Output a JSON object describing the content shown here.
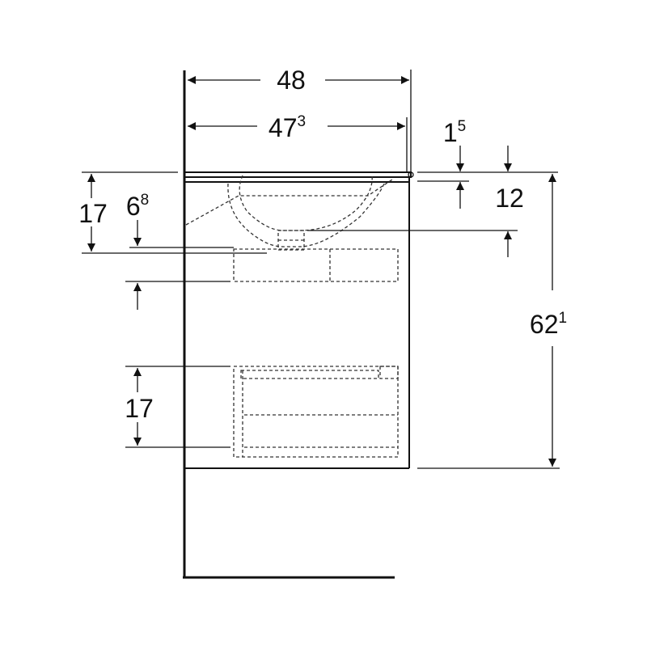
{
  "dimensions": {
    "overall_width": {
      "main": "48",
      "sup": ""
    },
    "inner_width": {
      "main": "47",
      "sup": "3"
    },
    "top_thickness": {
      "main": "1",
      "sup": "5"
    },
    "basin_depth": {
      "main": "12",
      "sup": ""
    },
    "total_height": {
      "main": "62",
      "sup": "1"
    },
    "upper_offset": {
      "main": "17",
      "sup": ""
    },
    "siphon_depth": {
      "main": "6",
      "sup": "8"
    },
    "lower_drawer": {
      "main": "17",
      "sup": ""
    }
  }
}
